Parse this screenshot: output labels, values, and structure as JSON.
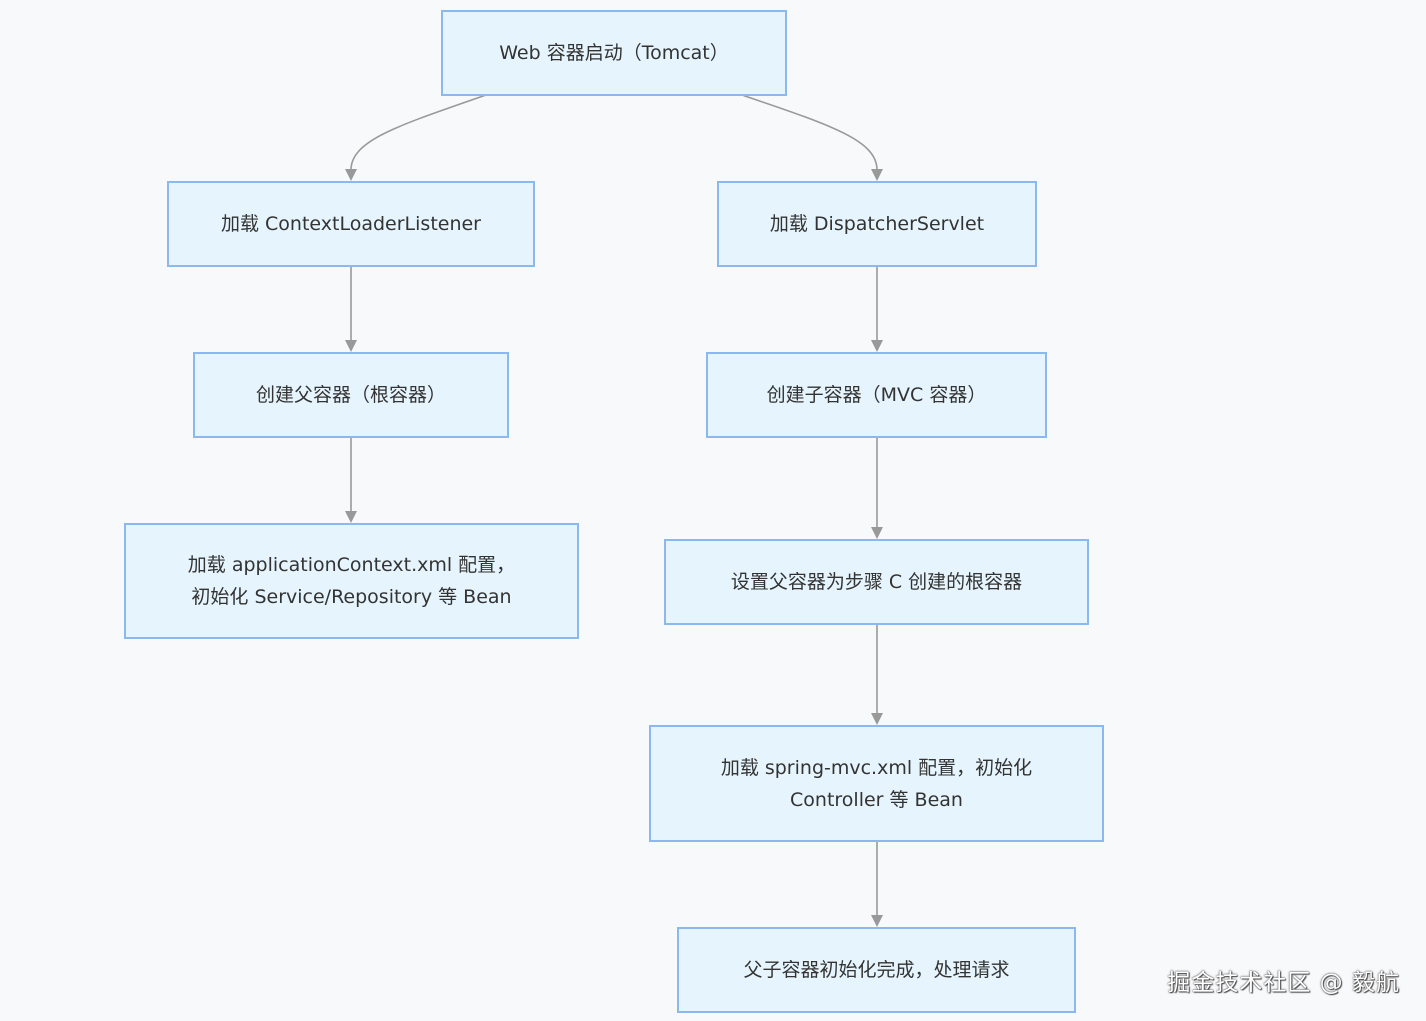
{
  "diagram": {
    "nodes": {
      "start": {
        "label": "Web 容器启动（Tomcat）"
      },
      "listener": {
        "label": "加载 ContextLoaderListener"
      },
      "dispatcher": {
        "label": "加载 DispatcherServlet"
      },
      "parent_ctx": {
        "label": "创建父容器（根容器）"
      },
      "child_ctx": {
        "label": "创建子容器（MVC 容器）"
      },
      "app_ctx_line1": {
        "label": "加载 applicationContext.xml 配置，"
      },
      "app_ctx_line2": {
        "label": "初始化 Service/Repository 等 Bean"
      },
      "set_parent": {
        "label": "设置父容器为步骤 C 创建的根容器"
      },
      "mvc_line1": {
        "label": "加载 spring-mvc.xml 配置，初始化"
      },
      "mvc_line2": {
        "label": "Controller 等 Bean"
      },
      "done": {
        "label": "父子容器初始化完成，处理请求"
      }
    },
    "colors": {
      "node_fill": "#e6f5fd",
      "node_border": "#8ab8ef",
      "edge": "#999999",
      "text": "#333333"
    }
  },
  "watermark": {
    "text": "掘金技术社区 @ 毅航"
  }
}
